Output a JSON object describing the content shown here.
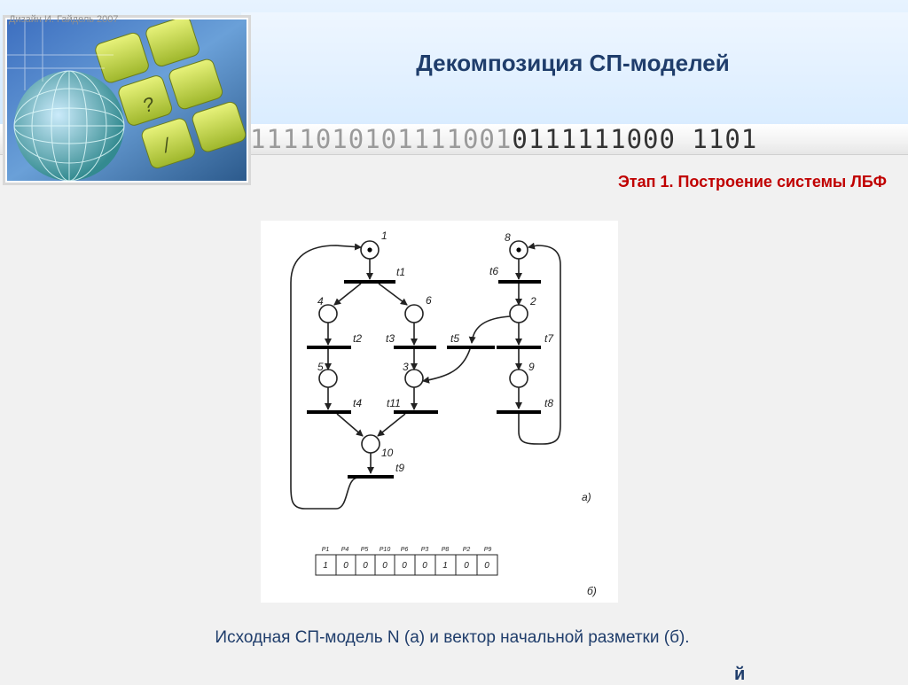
{
  "header": {
    "credit": "Дизайн И. Гайдель 2007",
    "title": "Декомпозиция СП-моделей",
    "binary": "1111010101111001",
    "binary_dark": "0111111000 1101"
  },
  "stage": "Этап 1. Построение системы ЛБФ",
  "diagram": {
    "places": [
      "1",
      "2",
      "3",
      "4",
      "5",
      "6",
      "8",
      "9",
      "10"
    ],
    "transitions": [
      "t1",
      "t2",
      "t3",
      "t4",
      "t5",
      "t6",
      "t7",
      "t8",
      "t9",
      "t11"
    ],
    "part_a": "а)",
    "part_b": "б)"
  },
  "marking": {
    "headers": [
      "P1",
      "P4",
      "P5",
      "P10",
      "P6",
      "P3",
      "P8",
      "P2",
      "P9"
    ],
    "values": [
      "1",
      "0",
      "0",
      "0",
      "0",
      "0",
      "1",
      "0",
      "0"
    ]
  },
  "caption": "Исходная СП-модель N (а) и вектор начальной разметки (б).",
  "corner_mark": "й"
}
